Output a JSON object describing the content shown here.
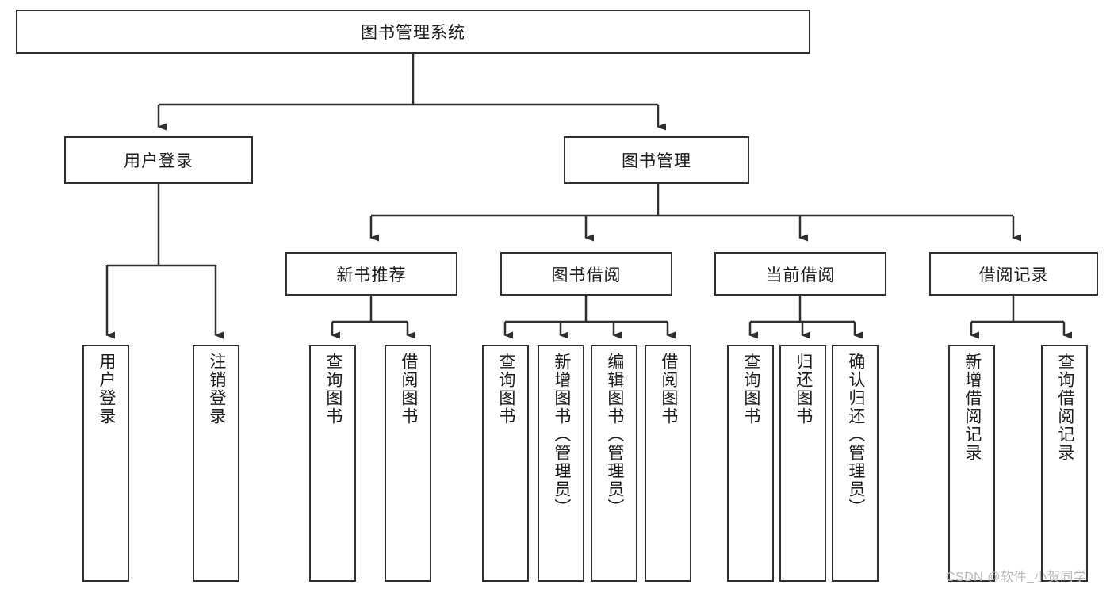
{
  "diagram": {
    "type": "tree",
    "title": "图书管理系统",
    "root": {
      "label": "图书管理系统"
    },
    "level1": [
      {
        "label": "用户登录"
      },
      {
        "label": "图书管理"
      }
    ],
    "level2": [
      {
        "label": "新书推荐"
      },
      {
        "label": "图书借阅"
      },
      {
        "label": "当前借阅"
      },
      {
        "label": "借阅记录"
      }
    ],
    "leaves": [
      {
        "label": "用户登录",
        "parent": "用户登录"
      },
      {
        "label": "注销登录",
        "parent": "用户登录"
      },
      {
        "label": "查询图书",
        "parent": "新书推荐"
      },
      {
        "label": "借阅图书",
        "parent": "新书推荐"
      },
      {
        "label": "查询图书",
        "parent": "图书借阅"
      },
      {
        "label": "新增图书（管理员）",
        "parent": "图书借阅"
      },
      {
        "label": "编辑图书（管理员）",
        "parent": "图书借阅"
      },
      {
        "label": "借阅图书",
        "parent": "图书借阅"
      },
      {
        "label": "查询图书",
        "parent": "当前借阅"
      },
      {
        "label": "归还图书",
        "parent": "当前借阅"
      },
      {
        "label": "确认归还（管理员）",
        "parent": "当前借阅"
      },
      {
        "label": "新增借阅记录",
        "parent": "借阅记录"
      },
      {
        "label": "查询借阅记录",
        "parent": "借阅记录"
      }
    ]
  },
  "watermark": {
    "text": "CSDN @软件_小贺同学"
  },
  "colors": {
    "stroke": "#2f2f2f",
    "background": "#ffffff",
    "text": "#1a1a1a",
    "watermark": "#b8b8b8"
  }
}
